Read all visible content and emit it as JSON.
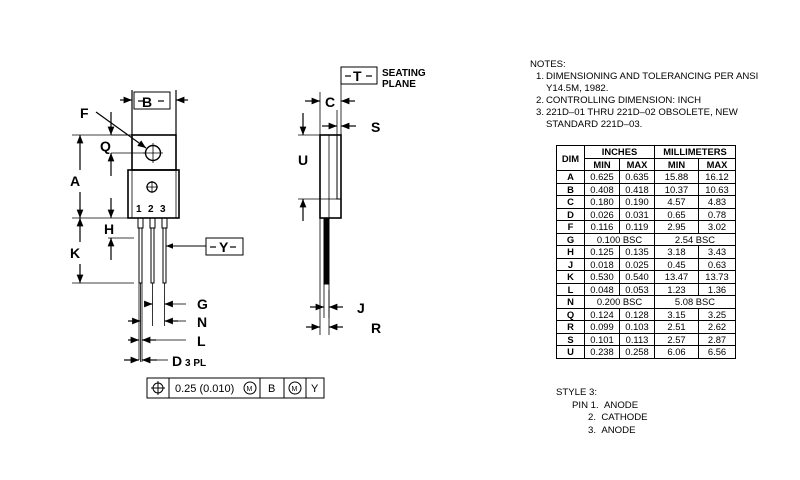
{
  "drawing": {
    "front_labels": {
      "B": "B",
      "F": "F",
      "Q": "Q",
      "A": "A",
      "H": "H",
      "K": "K",
      "Y": "Y",
      "G": "G",
      "N": "N",
      "L": "L",
      "D": "D",
      "D_suffix": "3 PL",
      "pin1": "1",
      "pin2": "2",
      "pin3": "3"
    },
    "side_labels": {
      "T": "T",
      "seating1": "SEATING",
      "seating2": "PLANE",
      "C": "C",
      "S": "S",
      "U": "U",
      "J": "J",
      "R": "R"
    },
    "tolerance_frame": {
      "value": "0.25 (0.010)",
      "mod1": "M",
      "ref1": "B",
      "mod2": "M",
      "ref2": "Y"
    }
  },
  "notes": {
    "title": "NOTES:",
    "items": [
      {
        "num": "1.",
        "text": "DIMENSIONING AND TOLERANCING PER ANSI Y14.5M, 1982."
      },
      {
        "num": "2.",
        "text": "CONTROLLING DIMENSION: INCH"
      },
      {
        "num": "3.",
        "text": "221D–01 THRU 221D–02 OBSOLETE, NEW STANDARD 221D–03."
      }
    ]
  },
  "table": {
    "head": {
      "dim": "DIM",
      "inches": "INCHES",
      "mm": "MILLIMETERS",
      "min": "MIN",
      "max": "MAX"
    },
    "rows": [
      {
        "dim": "A",
        "in_min": "0.625",
        "in_max": "0.635",
        "mm_min": "15.88",
        "mm_max": "16.12"
      },
      {
        "dim": "B",
        "in_min": "0.408",
        "in_max": "0.418",
        "mm_min": "10.37",
        "mm_max": "10.63"
      },
      {
        "dim": "C",
        "in_min": "0.180",
        "in_max": "0.190",
        "mm_min": "4.57",
        "mm_max": "4.83"
      },
      {
        "dim": "D",
        "in_min": "0.026",
        "in_max": "0.031",
        "mm_min": "0.65",
        "mm_max": "0.78"
      },
      {
        "dim": "F",
        "in_min": "0.116",
        "in_max": "0.119",
        "mm_min": "2.95",
        "mm_max": "3.02"
      },
      {
        "dim": "G",
        "in_bsc": "0.100 BSC",
        "mm_bsc": "2.54 BSC"
      },
      {
        "dim": "H",
        "in_min": "0.125",
        "in_max": "0.135",
        "mm_min": "3.18",
        "mm_max": "3.43"
      },
      {
        "dim": "J",
        "in_min": "0.018",
        "in_max": "0.025",
        "mm_min": "0.45",
        "mm_max": "0.63"
      },
      {
        "dim": "K",
        "in_min": "0.530",
        "in_max": "0.540",
        "mm_min": "13.47",
        "mm_max": "13.73"
      },
      {
        "dim": "L",
        "in_min": "0.048",
        "in_max": "0.053",
        "mm_min": "1.23",
        "mm_max": "1.36"
      },
      {
        "dim": "N",
        "in_bsc": "0.200 BSC",
        "mm_bsc": "5.08 BSC"
      },
      {
        "dim": "Q",
        "in_min": "0.124",
        "in_max": "0.128",
        "mm_min": "3.15",
        "mm_max": "3.25"
      },
      {
        "dim": "R",
        "in_min": "0.099",
        "in_max": "0.103",
        "mm_min": "2.51",
        "mm_max": "2.62"
      },
      {
        "dim": "S",
        "in_min": "0.101",
        "in_max": "0.113",
        "mm_min": "2.57",
        "mm_max": "2.87"
      },
      {
        "dim": "U",
        "in_min": "0.238",
        "in_max": "0.258",
        "mm_min": "6.06",
        "mm_max": "6.56"
      }
    ]
  },
  "style": {
    "title": "STYLE 3:",
    "pins": [
      {
        "label": "PIN 1.",
        "name": "ANODE"
      },
      {
        "label": "2.",
        "name": "CATHODE"
      },
      {
        "label": "3.",
        "name": "ANODE"
      }
    ]
  }
}
